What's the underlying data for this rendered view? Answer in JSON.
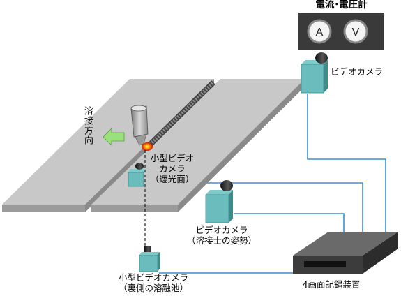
{
  "meter": {
    "title": "電流･電圧計",
    "ammeter_symbol": "A",
    "voltmeter_symbol": "V"
  },
  "cameras": {
    "top_right": {
      "label": "ビデオカメラ"
    },
    "small_top": {
      "line1": "小型ビデオ",
      "line2": "カメラ",
      "line3": "（遮光面）"
    },
    "middle": {
      "line1": "ビデオカメラ",
      "line2": "（溶接士の姿勢）"
    },
    "small_bottom": {
      "line1": "小型ビデオカメラ",
      "line2": "（裏側の溶融池）"
    }
  },
  "recorder": {
    "label": "4画面記録装置"
  },
  "welding_direction": {
    "label": "溶接方向"
  },
  "colors": {
    "plate_top": "#c8c8c8",
    "plate_edge": "#8a8a8a",
    "camera_body": "#6bbcbc",
    "camera_dark": "#3d8c8c",
    "cable": "#3c8fd6",
    "arrow": "#9be07a",
    "meter_panel": "#3a3a3a"
  }
}
